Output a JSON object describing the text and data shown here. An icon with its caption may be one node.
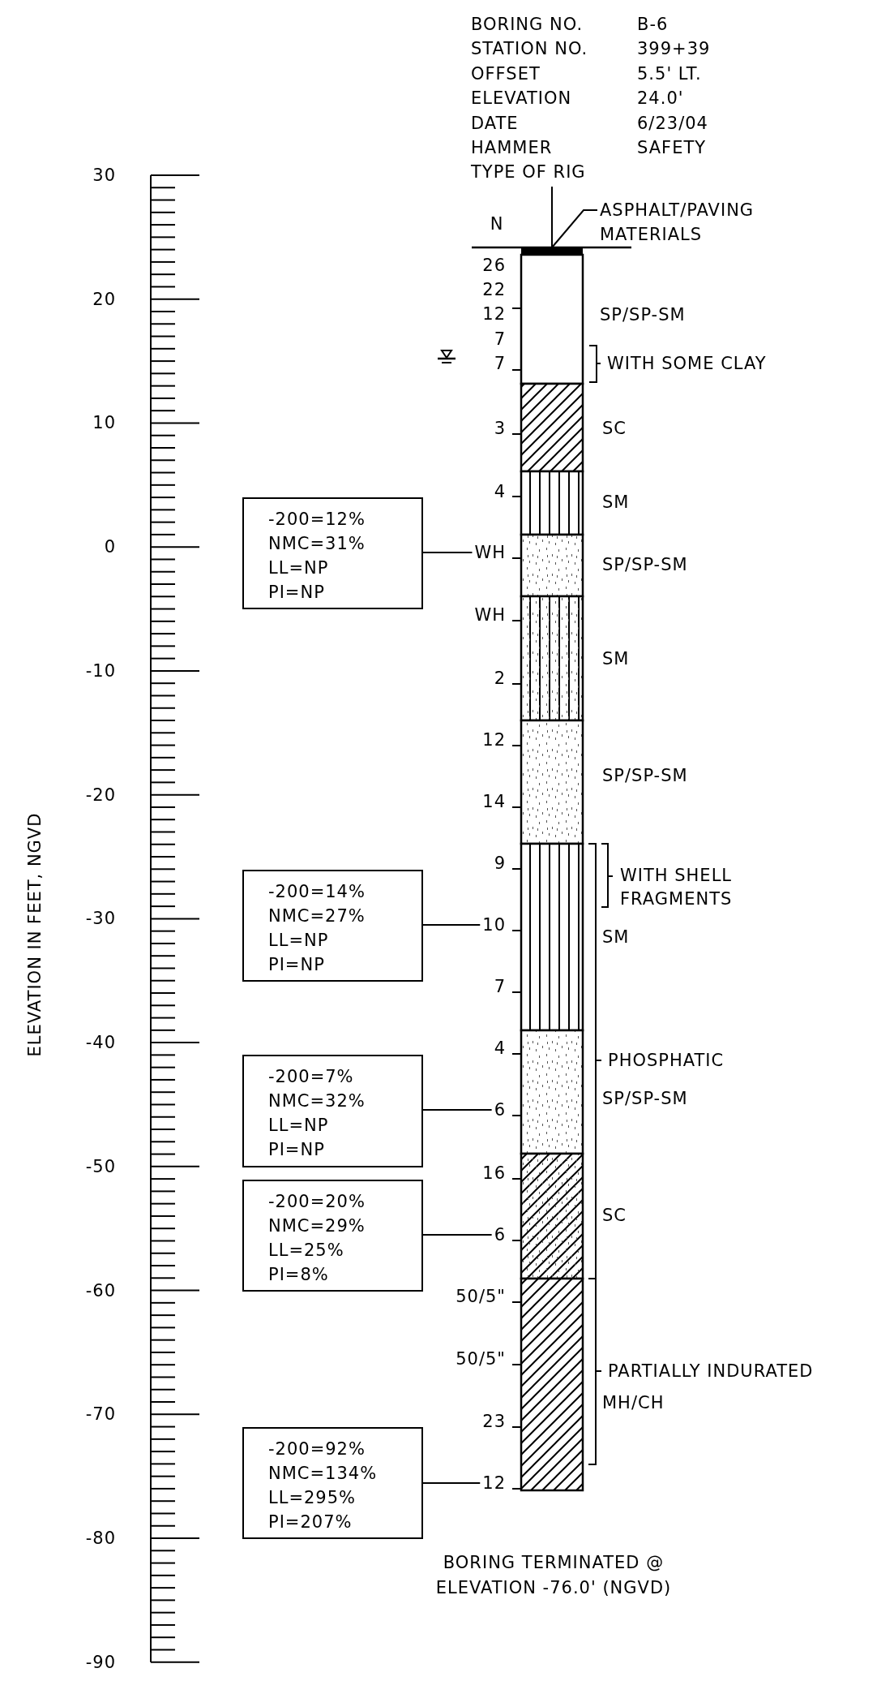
{
  "diagram": {
    "nodes": [
      {
        "text": [
          "ASPHALT/PAVING MATERIALS"
        ]
      },
      {
        "text": [],
        "shape": "bar"
      },
      {
        "text": [
          "-200=12%",
          "NMC=31%",
          "LL=NP",
          "PI=NP"
        ]
      },
      {
        "text": [
          "WH"
        ]
      },
      {
        "text": [
          "-200=14%",
          "NMC=27%",
          "LL=NP",
          "PI=NP"
        ]
      },
      {
        "text": [
          "10"
        ]
      },
      {
        "text": [
          "-200=7%",
          "NMC=32%",
          "LL=NP",
          "PI=NP"
        ]
      },
      {
        "text": [
          "6"
        ]
      },
      {
        "text": [
          "-200=20%",
          "NMC=29%",
          "LL=25%",
          "PI=8%"
        ]
      },
      {
        "text": [
          "6"
        ]
      },
      {
        "text": [
          "-200=92%",
          "NMC=134%",
          "LL=295%",
          "PI=207%"
        ]
      },
      {
        "text": [
          "12"
        ]
      }
    ],
    "edges": [
      {
        "from": 0,
        "to": 1,
        "arrow": "none"
      },
      {
        "from": 2,
        "to": 3,
        "arrow": "none"
      },
      {
        "from": 4,
        "to": 5,
        "arrow": "none"
      },
      {
        "from": 6,
        "to": 7,
        "arrow": "none"
      },
      {
        "from": 8,
        "to": 9,
        "arrow": "none"
      },
      {
        "from": 10,
        "to": 11,
        "arrow": "none"
      }
    ],
    "labels": [
      "BORING NO.",
      "B-6",
      "STATION NO.",
      "399+39",
      "OFFSET",
      "5.5' LT.",
      "ELEVATION",
      "24.0'",
      "DATE",
      "6/23/04",
      "HAMMER",
      "SAFETY",
      "TYPE OF RIG",
      "N",
      "26",
      "22",
      "12",
      "7",
      "7",
      "3",
      "4",
      "WH",
      "2",
      "12",
      "14",
      "9",
      "7",
      "4",
      "16",
      "50/5\"",
      "50/5\"",
      "23",
      "SP/SP-SM",
      "WITH SOME CLAY",
      "SC",
      "SM",
      "SP/SP-SM",
      "SM",
      "SP/SP-SM",
      "WITH SHELL FRAGMENTS",
      "SM",
      "PHOSPHATIC",
      "SP/SP-SM",
      "SC",
      "PARTIALLY INDURATED",
      "MH/CH",
      "BORING TERMINATED @ ELEVATION -76.0' (NGVD)",
      "ELEVATION IN FEET, NGVD",
      "30",
      "20",
      "10",
      "0",
      "-10",
      "-20",
      "-30",
      "-40",
      "-50",
      "-60",
      "-70",
      "-80",
      "-90"
    ]
  }
}
